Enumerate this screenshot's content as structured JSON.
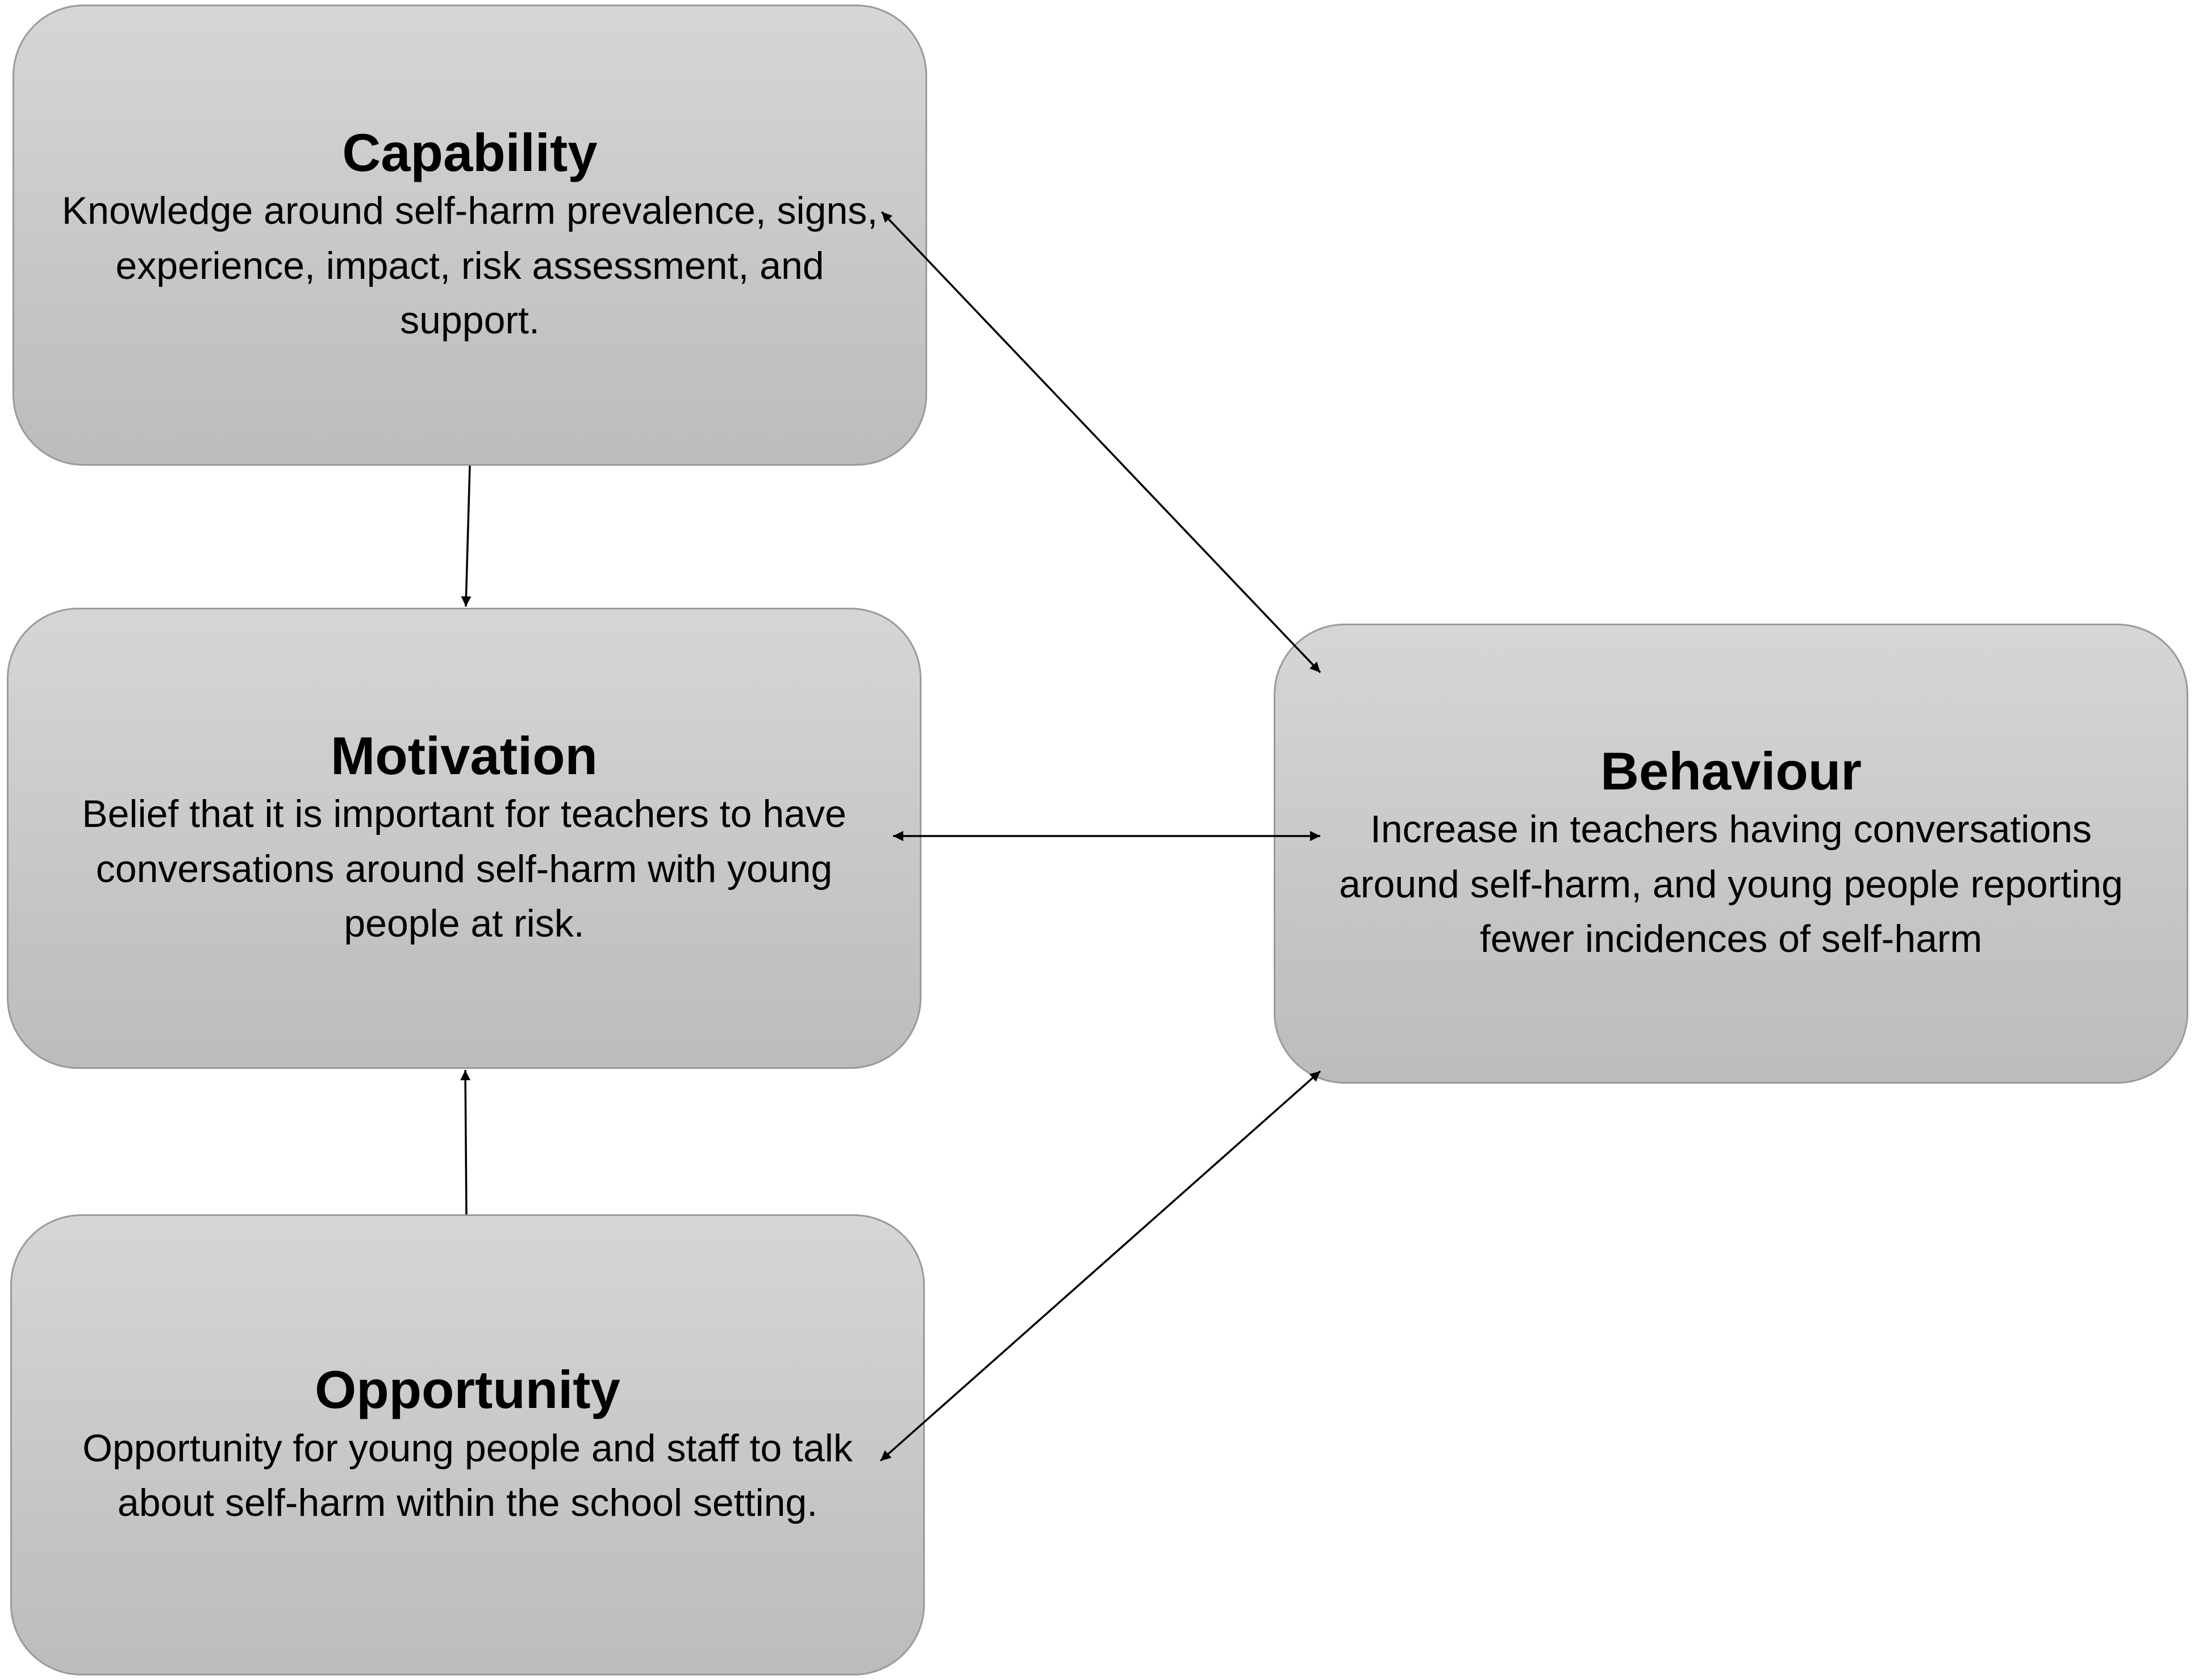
{
  "diagram": {
    "nodes": {
      "capability": {
        "title": "Capability",
        "description": "Knowledge around self-harm prevalence, signs, experience, impact, risk assessment, and support."
      },
      "motivation": {
        "title": "Motivation",
        "description": "Belief that it is important for teachers to have conversations around self-harm with young people at risk."
      },
      "opportunity": {
        "title": "Opportunity",
        "description": "Opportunity for young people and staff to talk about self-harm within the school setting."
      },
      "behaviour": {
        "title": "Behaviour",
        "description": "Increase in teachers having conversations around self-harm, and young people reporting fewer incidences of self-harm"
      }
    },
    "edges": [
      {
        "from": "capability",
        "to": "motivation",
        "direction": "forward"
      },
      {
        "from": "opportunity",
        "to": "motivation",
        "direction": "forward"
      },
      {
        "from": "capability",
        "to": "behaviour",
        "direction": "both"
      },
      {
        "from": "motivation",
        "to": "behaviour",
        "direction": "both"
      },
      {
        "from": "opportunity",
        "to": "behaviour",
        "direction": "both"
      }
    ],
    "colors": {
      "box_fill_top": "#d6d6d6",
      "box_fill_bottom": "#bcbcbc",
      "box_border": "#9a9a9a",
      "arrow": "#000000",
      "text": "#000000"
    }
  }
}
